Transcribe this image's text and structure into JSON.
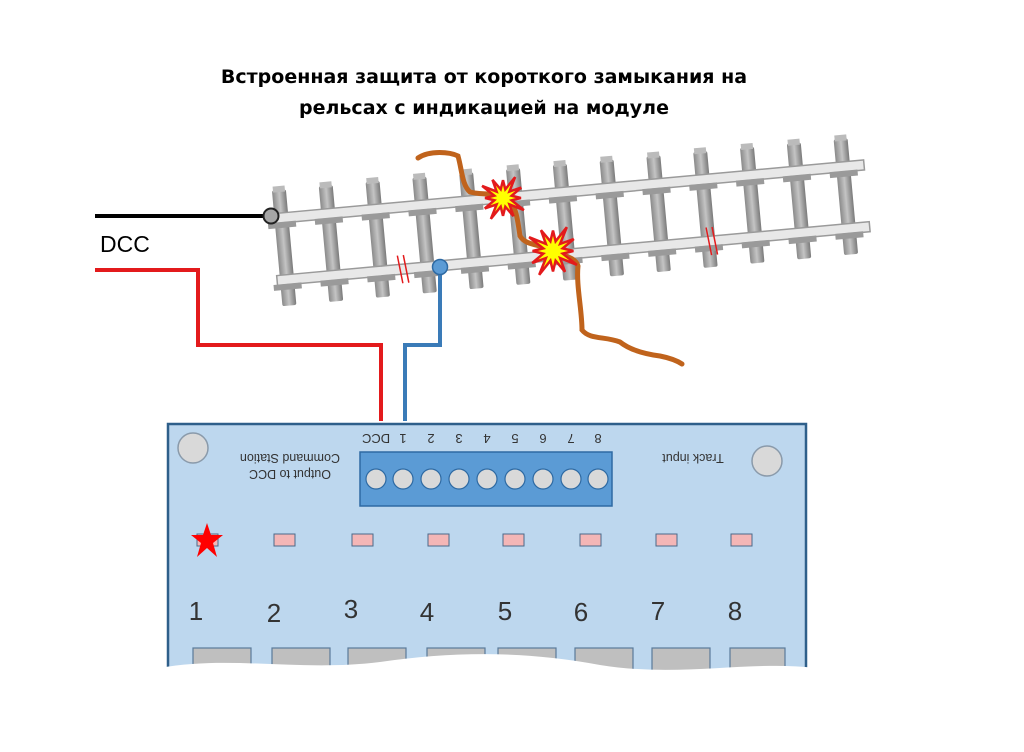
{
  "title": {
    "line1": "Встроенная защита от короткого замыкания на",
    "line2": "рельсах с индикацией на модуле"
  },
  "wiring": {
    "dcc_label": "DCC"
  },
  "module": {
    "output_label_line1": "Output to DCC",
    "output_label_line2": "Command Station",
    "track_input_label": "Track input",
    "terminal_labels": [
      "DCC",
      "1",
      "2",
      "3",
      "4",
      "5",
      "6",
      "7",
      "8"
    ],
    "channel_numbers": [
      "1",
      "2",
      "3",
      "4",
      "5",
      "6",
      "7",
      "8"
    ],
    "short_circuit_channel": "1"
  },
  "colors": {
    "module_fill": "#bdd7ee",
    "terminal_block": "#5b9bd5",
    "led": "#f4b6b6",
    "red_wire": "#e31a1c",
    "blue_wire": "#3a7bb8",
    "short_wire": "#c0631c"
  }
}
